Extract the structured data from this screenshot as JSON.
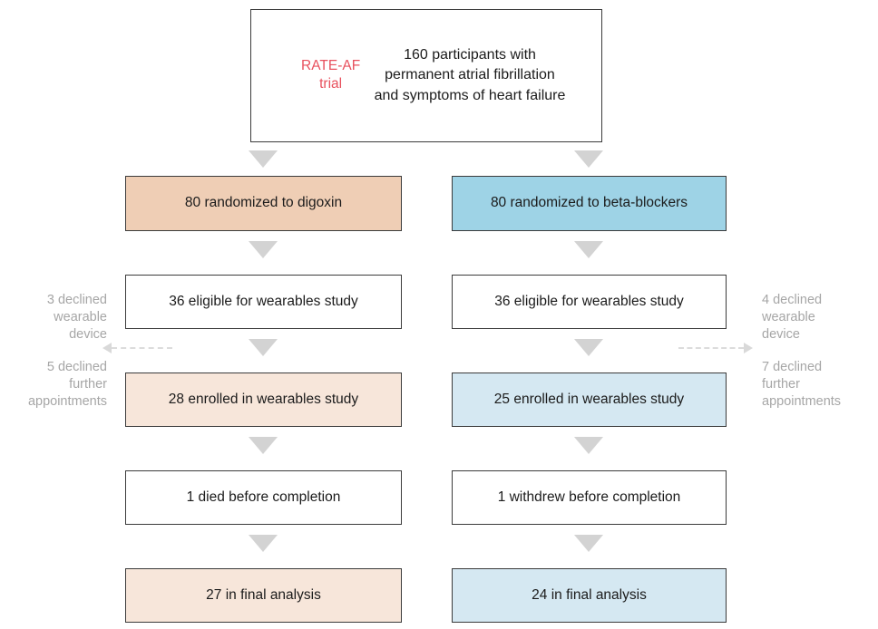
{
  "figure": {
    "type": "flow-diagram",
    "title": "RATE-AF trial participant flow"
  },
  "top_box": {
    "trial_label": "RATE-AF\ntrial",
    "description": "160 participants with\npermanent atrial fibrillation\nand symptoms of heart failure",
    "participants_total": 160
  },
  "columns": [
    {
      "arm": "digoxin",
      "accent_color": "#efceb5",
      "steps": [
        {
          "label": "80 randomized to digoxin",
          "value": 80,
          "fill": "#efceb5"
        },
        {
          "label": "36 eligible for wearables study",
          "value": 36,
          "fill": "#ffffff"
        },
        {
          "label": "28 enrolled in wearables study",
          "value": 28,
          "fill": "#f7e6da"
        },
        {
          "label": "1 died before completion",
          "value": 1,
          "fill": "#ffffff"
        },
        {
          "label": "27 in final analysis",
          "value": 27,
          "fill": "#f7e6da"
        }
      ]
    },
    {
      "arm": "beta-blockers",
      "accent_color": "#9ed3e6",
      "steps": [
        {
          "label": "80 randomized to beta-blockers",
          "value": 80,
          "fill": "#9ed3e6"
        },
        {
          "label": "36 eligible for wearables study",
          "value": 36,
          "fill": "#ffffff"
        },
        {
          "label": "25 enrolled in wearables study",
          "value": 25,
          "fill": "#d5e8f2"
        },
        {
          "label": "1 withdrew before completion",
          "value": 1,
          "fill": "#ffffff"
        },
        {
          "label": "24 in final analysis",
          "value": 24,
          "fill": "#d5e8f2"
        }
      ]
    }
  ],
  "exclusions": {
    "left": [
      {
        "text": "3 declined\nwearable\ndevice",
        "count": 3
      },
      {
        "text": "5 declined\nfurther\nappointments",
        "count": 5
      }
    ],
    "right": [
      {
        "text": "4 declined\nwearable\ndevice",
        "count": 4
      },
      {
        "text": "7 declined\nfurther\nappointments",
        "count": 7
      }
    ]
  },
  "colors": {
    "trial_label": "#e8515e",
    "tan": "#efceb5",
    "tan_light": "#f7e6da",
    "blue": "#9ed3e6",
    "blue_light": "#d5e8f2",
    "connector_gray": "#d3d3d3",
    "note_gray": "#a6a6a6",
    "box_border": "#3b3b3b"
  }
}
